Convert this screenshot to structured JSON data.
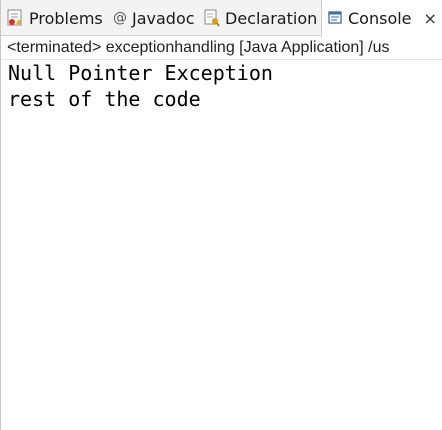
{
  "tabs": [
    {
      "label": "Problems",
      "icon": "problems-icon"
    },
    {
      "label": "Javadoc",
      "icon": "javadoc-icon"
    },
    {
      "label": "Declaration",
      "icon": "declaration-icon"
    },
    {
      "label": "Console",
      "icon": "console-icon",
      "active": true,
      "close": "×"
    }
  ],
  "status": {
    "text": "<terminated> exceptionhandling [Java Application] /us"
  },
  "console": {
    "lines": [
      "Null Pointer Exception",
      "rest of the code"
    ]
  },
  "colors": {
    "tabbar_bg": "#f3f3f3",
    "active_tab_bg": "#ffffff",
    "output_text": "#000000"
  }
}
